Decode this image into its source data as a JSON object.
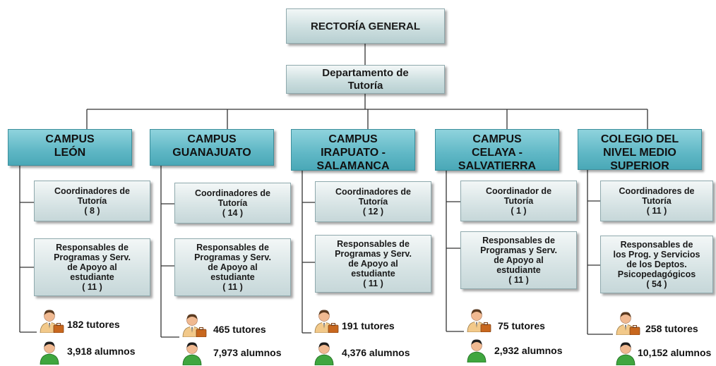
{
  "top": {
    "title": "RECTORÍA GENERAL"
  },
  "department": {
    "lines": [
      "Departamento de",
      "Tutoría"
    ]
  },
  "campuses": [
    {
      "title_lines": [
        "CAMPUS",
        "LEÓN"
      ],
      "coordinators": {
        "lines": [
          "Coordinadores de",
          "Tutoría",
          "( 8 )"
        ]
      },
      "responsables": {
        "lines": [
          "Responsables de",
          "Programas y Serv.",
          "de Apoyo al",
          "estudiante",
          "( 11 )"
        ]
      },
      "tutores": "182 tutores",
      "alumnos": "3,918 alumnos"
    },
    {
      "title_lines": [
        "CAMPUS",
        "GUANAJUATO"
      ],
      "coordinators": {
        "lines": [
          "Coordinadores de",
          "Tutoría",
          "( 14 )"
        ]
      },
      "responsables": {
        "lines": [
          "Responsables de",
          "Programas y Serv.",
          "de Apoyo al",
          "estudiante",
          "( 11 )"
        ]
      },
      "tutores": "465 tutores",
      "alumnos": "7,973 alumnos"
    },
    {
      "title_lines": [
        "CAMPUS",
        "IRAPUATO  -",
        "SALAMANCA"
      ],
      "coordinators": {
        "lines": [
          "Coordinadores de",
          "Tutoría",
          "( 12 )"
        ]
      },
      "responsables": {
        "lines": [
          "Responsables de",
          "Programas y Serv.",
          "de Apoyo al",
          "estudiante",
          "( 11 )"
        ]
      },
      "tutores": "191 tutores",
      "alumnos": "4,376 alumnos"
    },
    {
      "title_lines": [
        "CAMPUS",
        "CELAYA  -",
        "SALVATIERRA"
      ],
      "coordinators": {
        "lines": [
          "Coordinador de",
          "Tutoría",
          "( 1 )"
        ]
      },
      "responsables": {
        "lines": [
          "Responsables de",
          "Programas y Serv.",
          "de Apoyo al",
          "estudiante",
          "( 11 )"
        ]
      },
      "tutores": "75 tutores",
      "alumnos": "2,932 alumnos"
    },
    {
      "title_lines": [
        "COLEGIO DEL",
        "NIVEL MEDIO",
        "SUPERIOR"
      ],
      "coordinators": {
        "lines": [
          "Coordinadores de",
          "Tutoría",
          "( 11 )"
        ]
      },
      "responsables": {
        "lines": [
          "Responsables de",
          "los Prog. y Servicios",
          "de los Deptos.",
          "Psicopedagógicos",
          "( 54 )"
        ]
      },
      "tutores": "258 tutores",
      "alumnos": "10,152 alumnos"
    }
  ],
  "icons": {
    "tutor": "teacher-with-briefcase-icon",
    "student": "student-icon"
  },
  "colors": {
    "campus_fill": "#5fb7c5",
    "box_fill": "#cddfe0",
    "connector": "#333333",
    "tutor_shirt": "#f2c98a",
    "student_shirt": "#3fa63f"
  }
}
